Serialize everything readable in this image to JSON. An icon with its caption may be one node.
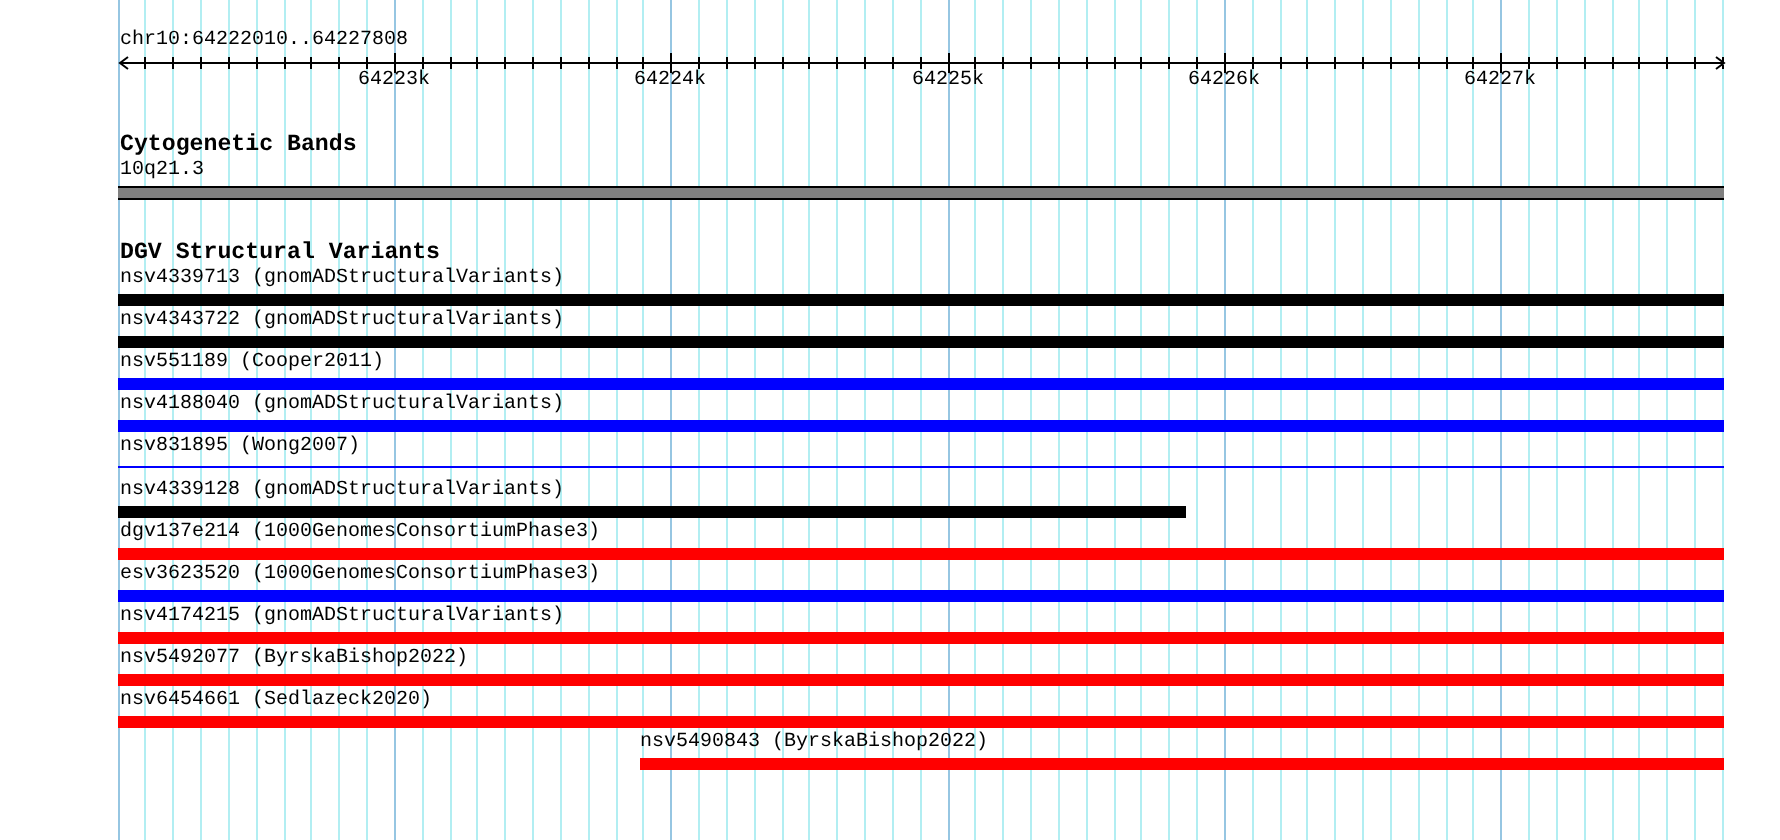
{
  "diagram": {
    "nodes": [
      {
        "text": [
          "10q21.3"
        ]
      },
      {
        "text": [
          "nsv4339713 (gnomADStructuralVariants)"
        ]
      },
      {
        "text": [
          "nsv4343722 (gnomADStructuralVariants)"
        ]
      },
      {
        "text": [
          "nsv551189 (Cooper2011)"
        ]
      },
      {
        "text": [
          "nsv4188040 (gnomADStructuralVariants)"
        ]
      },
      {
        "text": [
          "nsv831895 (Wong2007)"
        ]
      },
      {
        "text": [
          "nsv4339128 (gnomADStructuralVariants)"
        ]
      },
      {
        "text": [
          "dgv137e214 (1000GenomesConsortiumPhase3)"
        ]
      },
      {
        "text": [
          "esv3623520 (1000GenomesConsortiumPhase3)"
        ]
      },
      {
        "text": [
          "nsv4174215 (gnomADStructuralVariants)"
        ]
      },
      {
        "text": [
          "nsv5492077 (ByrskaBishop2022)"
        ]
      },
      {
        "text": [
          "nsv6454661 (Sedlazeck2020)"
        ]
      },
      {
        "text": [
          "nsv5490843 (ByrskaBishop2022)"
        ]
      }
    ],
    "labels": [
      "chr10:64222010..64227808",
      "64223k",
      "64224k",
      "64225k",
      "64226k",
      "64227k",
      "Cytogenetic Bands",
      "DGV Structural Variants"
    ]
  }
}
